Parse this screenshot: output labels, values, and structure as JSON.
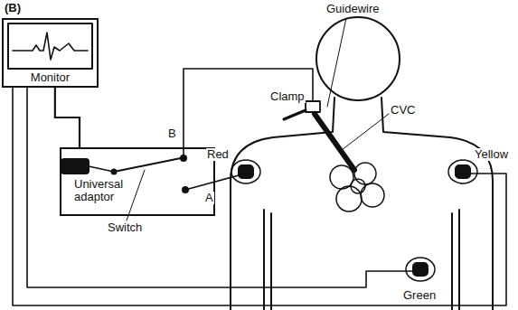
{
  "diagram": {
    "nodes": [
      {
        "text": [
          "Monitor"
        ]
      },
      {
        "text": [
          "Universal adaptor"
        ]
      }
    ],
    "edges": [
      {
        "from": 0,
        "to": 1,
        "arrow": "none"
      }
    ],
    "labels": [
      "(B)",
      "Guidewire",
      "Clamp",
      "CVC",
      "B",
      "Switch",
      "Red",
      "A",
      "Yellow",
      "Green"
    ]
  }
}
